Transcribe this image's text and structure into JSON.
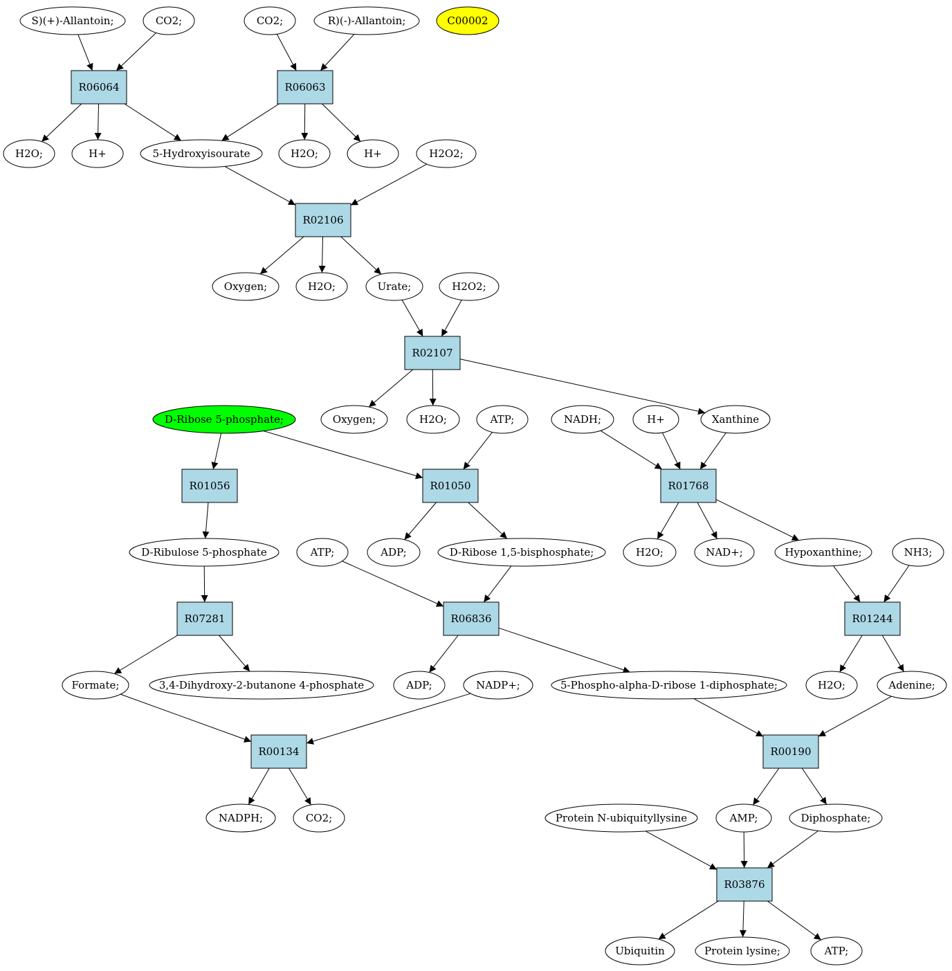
{
  "colors": {
    "compound_fill": "#ffffff",
    "reaction_fill": "#add8e6",
    "highlight_yellow": "#ffff00",
    "highlight_green": "#00ff00",
    "stroke": "#000000"
  },
  "nodes": [
    {
      "id": "c1",
      "kind": "compound",
      "label": "S)(+)-Allantoin;"
    },
    {
      "id": "c2",
      "kind": "compound",
      "label": "CO2;"
    },
    {
      "id": "c3",
      "kind": "compound",
      "label": "CO2;"
    },
    {
      "id": "c4",
      "kind": "compound",
      "label": "R)(-)-Allantoin;"
    },
    {
      "id": "c5",
      "kind": "compound",
      "label": "C00002",
      "fill": "highlight_yellow"
    },
    {
      "id": "r1",
      "kind": "reaction",
      "label": "R06064"
    },
    {
      "id": "r2",
      "kind": "reaction",
      "label": "R06063"
    },
    {
      "id": "c6",
      "kind": "compound",
      "label": "H2O;"
    },
    {
      "id": "c7",
      "kind": "compound",
      "label": "H+"
    },
    {
      "id": "c8",
      "kind": "compound",
      "label": "5-Hydroxyisourate"
    },
    {
      "id": "c9",
      "kind": "compound",
      "label": "H2O;"
    },
    {
      "id": "c10",
      "kind": "compound",
      "label": "H+"
    },
    {
      "id": "c11",
      "kind": "compound",
      "label": "H2O2;"
    },
    {
      "id": "r3",
      "kind": "reaction",
      "label": "R02106"
    },
    {
      "id": "c12",
      "kind": "compound",
      "label": "Oxygen;"
    },
    {
      "id": "c13",
      "kind": "compound",
      "label": "H2O;"
    },
    {
      "id": "c14",
      "kind": "compound",
      "label": "Urate;"
    },
    {
      "id": "c15",
      "kind": "compound",
      "label": "H2O2;"
    },
    {
      "id": "r4",
      "kind": "reaction",
      "label": "R02107"
    },
    {
      "id": "c16",
      "kind": "compound",
      "label": "D-Ribose 5-phosphate;",
      "fill": "highlight_green"
    },
    {
      "id": "c17",
      "kind": "compound",
      "label": "Oxygen;"
    },
    {
      "id": "c18",
      "kind": "compound",
      "label": "H2O;"
    },
    {
      "id": "c19",
      "kind": "compound",
      "label": "ATP;"
    },
    {
      "id": "c20",
      "kind": "compound",
      "label": "NADH;"
    },
    {
      "id": "c21",
      "kind": "compound",
      "label": "H+"
    },
    {
      "id": "c22",
      "kind": "compound",
      "label": "Xanthine"
    },
    {
      "id": "r5",
      "kind": "reaction",
      "label": "R01056"
    },
    {
      "id": "r6",
      "kind": "reaction",
      "label": "R01050"
    },
    {
      "id": "r7",
      "kind": "reaction",
      "label": "R01768"
    },
    {
      "id": "c23",
      "kind": "compound",
      "label": "D-Ribulose 5-phosphate"
    },
    {
      "id": "c24",
      "kind": "compound",
      "label": "ATP;"
    },
    {
      "id": "c25",
      "kind": "compound",
      "label": "ADP;"
    },
    {
      "id": "c26",
      "kind": "compound",
      "label": "D-Ribose 1,5-bisphosphate;"
    },
    {
      "id": "c27",
      "kind": "compound",
      "label": "H2O;"
    },
    {
      "id": "c28",
      "kind": "compound",
      "label": "NAD+;"
    },
    {
      "id": "c29",
      "kind": "compound",
      "label": "Hypoxanthine;"
    },
    {
      "id": "c30",
      "kind": "compound",
      "label": "NH3;"
    },
    {
      "id": "r8",
      "kind": "reaction",
      "label": "R07281"
    },
    {
      "id": "r9",
      "kind": "reaction",
      "label": "R06836"
    },
    {
      "id": "r10",
      "kind": "reaction",
      "label": "R01244"
    },
    {
      "id": "c31",
      "kind": "compound",
      "label": "Formate;"
    },
    {
      "id": "c32",
      "kind": "compound",
      "label": "3,4-Dihydroxy-2-butanone 4-phosphate"
    },
    {
      "id": "c33",
      "kind": "compound",
      "label": "ADP;"
    },
    {
      "id": "c34",
      "kind": "compound",
      "label": "NADP+;"
    },
    {
      "id": "c35",
      "kind": "compound",
      "label": "5-Phospho-alpha-D-ribose 1-diphosphate;"
    },
    {
      "id": "c36",
      "kind": "compound",
      "label": "H2O;"
    },
    {
      "id": "c37",
      "kind": "compound",
      "label": "Adenine;"
    },
    {
      "id": "r11",
      "kind": "reaction",
      "label": "R00134"
    },
    {
      "id": "r12",
      "kind": "reaction",
      "label": "R00190"
    },
    {
      "id": "c38",
      "kind": "compound",
      "label": "NADPH;"
    },
    {
      "id": "c39",
      "kind": "compound",
      "label": "CO2;"
    },
    {
      "id": "c40",
      "kind": "compound",
      "label": "Protein N-ubiquityllysine"
    },
    {
      "id": "c41",
      "kind": "compound",
      "label": "AMP;"
    },
    {
      "id": "c42",
      "kind": "compound",
      "label": "Diphosphate;"
    },
    {
      "id": "r13",
      "kind": "reaction",
      "label": "R03876"
    },
    {
      "id": "c43",
      "kind": "compound",
      "label": "Ubiquitin"
    },
    {
      "id": "c44",
      "kind": "compound",
      "label": "Protein lysine;"
    },
    {
      "id": "c45",
      "kind": "compound",
      "label": "ATP;"
    }
  ],
  "edges": [
    [
      "c1",
      "r1"
    ],
    [
      "c2",
      "r1"
    ],
    [
      "c3",
      "r2"
    ],
    [
      "c4",
      "r2"
    ],
    [
      "r1",
      "c6"
    ],
    [
      "r1",
      "c7"
    ],
    [
      "r1",
      "c8"
    ],
    [
      "r2",
      "c8"
    ],
    [
      "r2",
      "c9"
    ],
    [
      "r2",
      "c10"
    ],
    [
      "c8",
      "r3"
    ],
    [
      "c11",
      "r3"
    ],
    [
      "r3",
      "c12"
    ],
    [
      "r3",
      "c13"
    ],
    [
      "r3",
      "c14"
    ],
    [
      "c14",
      "r4"
    ],
    [
      "c15",
      "r4"
    ],
    [
      "r4",
      "c17"
    ],
    [
      "r4",
      "c18"
    ],
    [
      "r4",
      "c22"
    ],
    [
      "c16",
      "r5"
    ],
    [
      "c16",
      "r6"
    ],
    [
      "c19",
      "r6"
    ],
    [
      "c20",
      "r7"
    ],
    [
      "c21",
      "r7"
    ],
    [
      "c22",
      "r7"
    ],
    [
      "r5",
      "c23"
    ],
    [
      "r6",
      "c25"
    ],
    [
      "r6",
      "c26"
    ],
    [
      "r7",
      "c27"
    ],
    [
      "r7",
      "c28"
    ],
    [
      "r7",
      "c29"
    ],
    [
      "c23",
      "r8"
    ],
    [
      "c24",
      "r9"
    ],
    [
      "c26",
      "r9"
    ],
    [
      "c29",
      "r10"
    ],
    [
      "c30",
      "r10"
    ],
    [
      "r8",
      "c31"
    ],
    [
      "r8",
      "c32"
    ],
    [
      "r9",
      "c33"
    ],
    [
      "r9",
      "c35"
    ],
    [
      "r10",
      "c36"
    ],
    [
      "r10",
      "c37"
    ],
    [
      "c31",
      "r11"
    ],
    [
      "c34",
      "r11"
    ],
    [
      "c35",
      "r12"
    ],
    [
      "c37",
      "r12"
    ],
    [
      "r11",
      "c38"
    ],
    [
      "r11",
      "c39"
    ],
    [
      "r12",
      "c41"
    ],
    [
      "r12",
      "c42"
    ],
    [
      "c40",
      "r13"
    ],
    [
      "c41",
      "r13"
    ],
    [
      "c42",
      "r13"
    ],
    [
      "r13",
      "c43"
    ],
    [
      "r13",
      "c44"
    ],
    [
      "r13",
      "c45"
    ]
  ]
}
